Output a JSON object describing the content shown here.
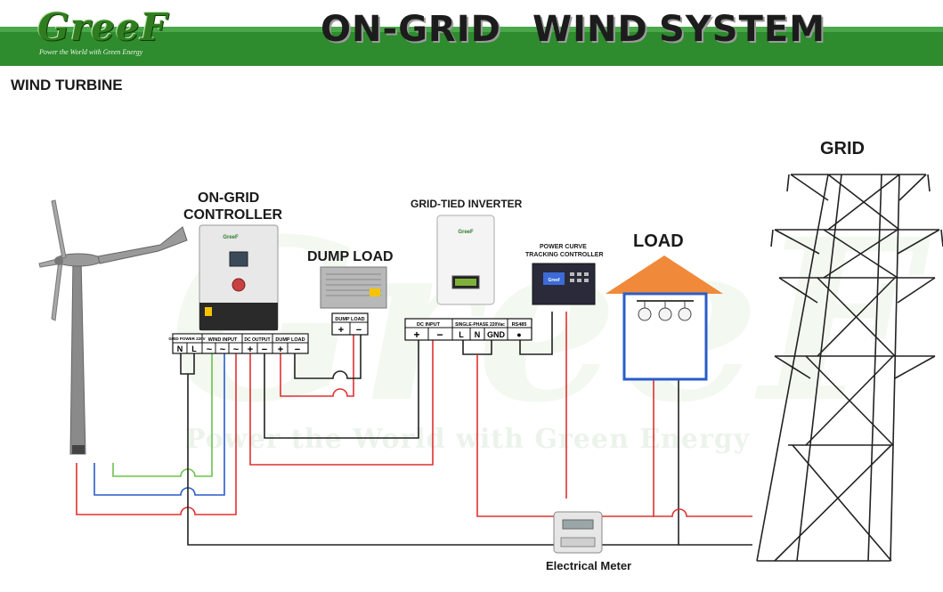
{
  "header": {
    "logo": "GreeF",
    "tagline": "Power the World with Green Energy",
    "title_words": [
      "ON-GRID",
      "WIND",
      "SYSTEM"
    ]
  },
  "labels": {
    "wind_turbine": "WIND TURBINE",
    "grid": "GRID",
    "controller_line1": "ON-GRID",
    "controller_line2": "CONTROLLER",
    "dump_load": "DUMP LOAD",
    "inverter": "GRID-TIED INVERTER",
    "tracker_line1": "POWER CURVE",
    "tracker_line2": "TRACKING CONTROLLER",
    "load": "LOAD",
    "meter": "Electrical Meter"
  },
  "watermark": "Power the World with Green Energy",
  "controller_terminals": {
    "groups": [
      "GRID POWER 220V",
      "WIND INPUT",
      "DC OUTPUT",
      "DUMP LOAD"
    ],
    "pins": [
      "N",
      "L",
      "~",
      "~",
      "~",
      "+",
      "−",
      "+",
      "−"
    ]
  },
  "dump_load_terminals": {
    "group": "DUMP LOAD",
    "pins": [
      "+",
      "−"
    ]
  },
  "inverter_terminals": {
    "groups": [
      "DC  INPUT",
      "SINGLE-PHASE 220Vac",
      "RS485"
    ],
    "pins": [
      "+",
      "−",
      "L",
      "N",
      "GND",
      "●"
    ]
  },
  "device_brand": "GreeF",
  "tracker_screen": "Greef",
  "colors": {
    "banner": "#2e8b2e",
    "wire_red": "#e03030",
    "wire_blue": "#2a5cc8",
    "wire_green": "#6cc24a",
    "wire_black": "#222222",
    "roof": "#f08a3a",
    "house_frame": "#2a5cc8"
  }
}
